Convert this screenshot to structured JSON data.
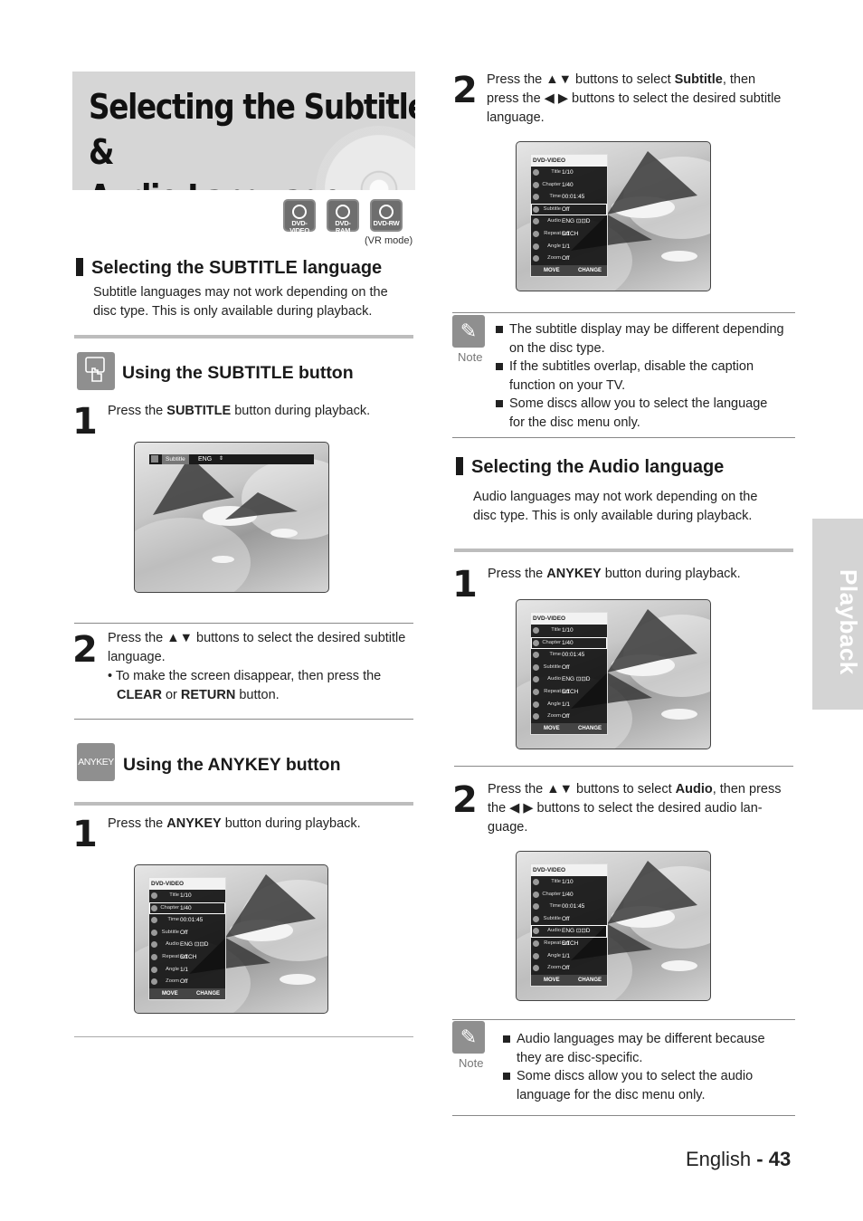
{
  "page": {
    "title_line1": "Selecting the Subtitle &",
    "title_line2": "Audio Language",
    "badges": [
      "DVD-VIDEO",
      "DVD-RAM",
      "DVD-RW"
    ],
    "vr_mode": "(VR mode)",
    "side_tab": "Playback",
    "footer_lang": "English",
    "footer_page": "- 43"
  },
  "subtitle_section": {
    "heading": "Selecting the SUBTITLE language",
    "intro_line1": "Subtitle languages may not work depending on the",
    "intro_line2": "disc type. This is only available during playback.",
    "subtitle_button": {
      "heading": "Using the SUBTITLE button",
      "step1_num": "1",
      "step1_pre": "Press the ",
      "step1_bold": "SUBTITLE",
      "step1_post": " button during playback.",
      "osd_label": "Subtitle",
      "osd_value": "ENG",
      "step2_num": "2",
      "step2_line1": "Press the ▲▼ buttons to select the desired subtitle",
      "step2_line2": "language.",
      "step2_sub1": "• To make the screen disappear, then press the",
      "step2_sub2_b1": "CLEAR",
      "step2_sub2_mid": " or ",
      "step2_sub2_b2": "RETURN",
      "step2_sub2_post": " button."
    },
    "anykey_button": {
      "icon_label": "ANYKEY",
      "heading": "Using the ANYKEY button",
      "step1_num": "1",
      "step1_pre": "Press the ",
      "step1_bold": "ANYKEY",
      "step1_post": " button during playback."
    },
    "right_step2": {
      "num": "2",
      "line1_pre": "Press the ▲▼ buttons to select ",
      "line1_bold": "Subtitle",
      "line1_post": ", then",
      "line2": "press the ◀ ▶ buttons to select the desired subtitle",
      "line3": "language."
    },
    "note": {
      "label": "Note",
      "items": [
        [
          "The subtitle display may be different depending",
          "on the disc type."
        ],
        [
          "If the subtitles overlap, disable the caption",
          "function on your TV."
        ],
        [
          "Some discs allow you to select the language",
          "for the disc menu only."
        ]
      ]
    }
  },
  "audio_section": {
    "heading": "Selecting the Audio language",
    "intro_line1": "Audio languages may not work depending on the",
    "intro_line2": "disc type. This is only available during playback.",
    "step1_num": "1",
    "step1_pre": "Press the ",
    "step1_bold": "ANYKEY",
    "step1_post": " button during playback.",
    "step2_num": "2",
    "step2_line1_pre": "Press the ▲▼ buttons to select ",
    "step2_line1_bold": "Audio",
    "step2_line1_post": ", then press",
    "step2_line2": "the ◀ ▶ buttons to select the desired audio lan-",
    "step2_line3": "guage.",
    "note": {
      "label": "Note",
      "items": [
        [
          "Audio languages may be different because",
          "they are disc-specific."
        ],
        [
          "Some discs allow you to select the audio",
          "language for the disc menu only."
        ]
      ]
    }
  },
  "osd_menu": {
    "header": "DVD-VIDEO",
    "rows": [
      {
        "key": "Title",
        "value": "1/10"
      },
      {
        "key": "Chapter",
        "value": "1/40"
      },
      {
        "key": "Time",
        "value": "00:01:45"
      },
      {
        "key": "Subtitle",
        "value": "Off"
      },
      {
        "key": "Audio",
        "value": "ENG ⊡⊡D 5.1CH"
      },
      {
        "key": "Repeat",
        "value": "Off"
      },
      {
        "key": "Angle",
        "value": "1/1"
      },
      {
        "key": "Zoom",
        "value": "Off"
      }
    ],
    "move": "MOVE",
    "change": "CHANGE"
  }
}
